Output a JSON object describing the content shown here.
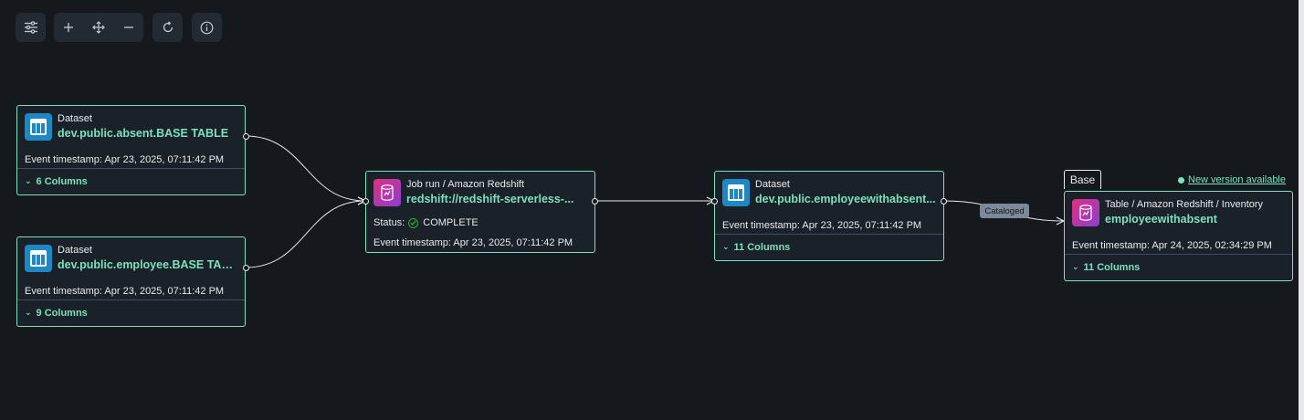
{
  "colors": {
    "accent": "#7de1be",
    "canvas": "#15181d",
    "node_bg": "#1b2128",
    "dataset_icon": "#1e88c5",
    "status_ok": "#29ad32"
  },
  "toolbar": {
    "buttons": [
      {
        "name": "settings-sliders-icon"
      },
      {
        "name": "zoom-in-icon"
      },
      {
        "name": "fit-view-icon"
      },
      {
        "name": "zoom-out-icon"
      },
      {
        "name": "reset-icon"
      },
      {
        "name": "info-icon"
      }
    ]
  },
  "nodes": {
    "absent": {
      "type": "Dataset",
      "name": "dev.public.absent.BASE TABLE",
      "timestamp": "Event timestamp: Apr 23, 2025, 07:11:42 PM",
      "columns": "6 Columns"
    },
    "employee": {
      "type": "Dataset",
      "name": "dev.public.employee.BASE TABLE",
      "timestamp": "Event timestamp: Apr 23, 2025, 07:11:42 PM",
      "columns": "9 Columns"
    },
    "job": {
      "type": "Job run / Amazon Redshift",
      "name": "redshift://redshift-serverless-...",
      "status_label": "Status:",
      "status_value": "COMPLETE",
      "timestamp": "Event timestamp: Apr 23, 2025, 07:11:42 PM"
    },
    "employeewithabsent": {
      "type": "Dataset",
      "name": "dev.public.employeewithabsent...",
      "timestamp": "Event timestamp: Apr 23, 2025, 07:11:42 PM",
      "columns": "11 Columns"
    },
    "inventory": {
      "tab": "Base",
      "new_version": "New version available",
      "type": "Table / Amazon Redshift / Inventory",
      "name": "employeewithabsent",
      "timestamp": "Event timestamp: Apr 24, 2025, 02:34:29 PM",
      "columns": "11 Columns"
    }
  },
  "edge_label": "Cataloged"
}
